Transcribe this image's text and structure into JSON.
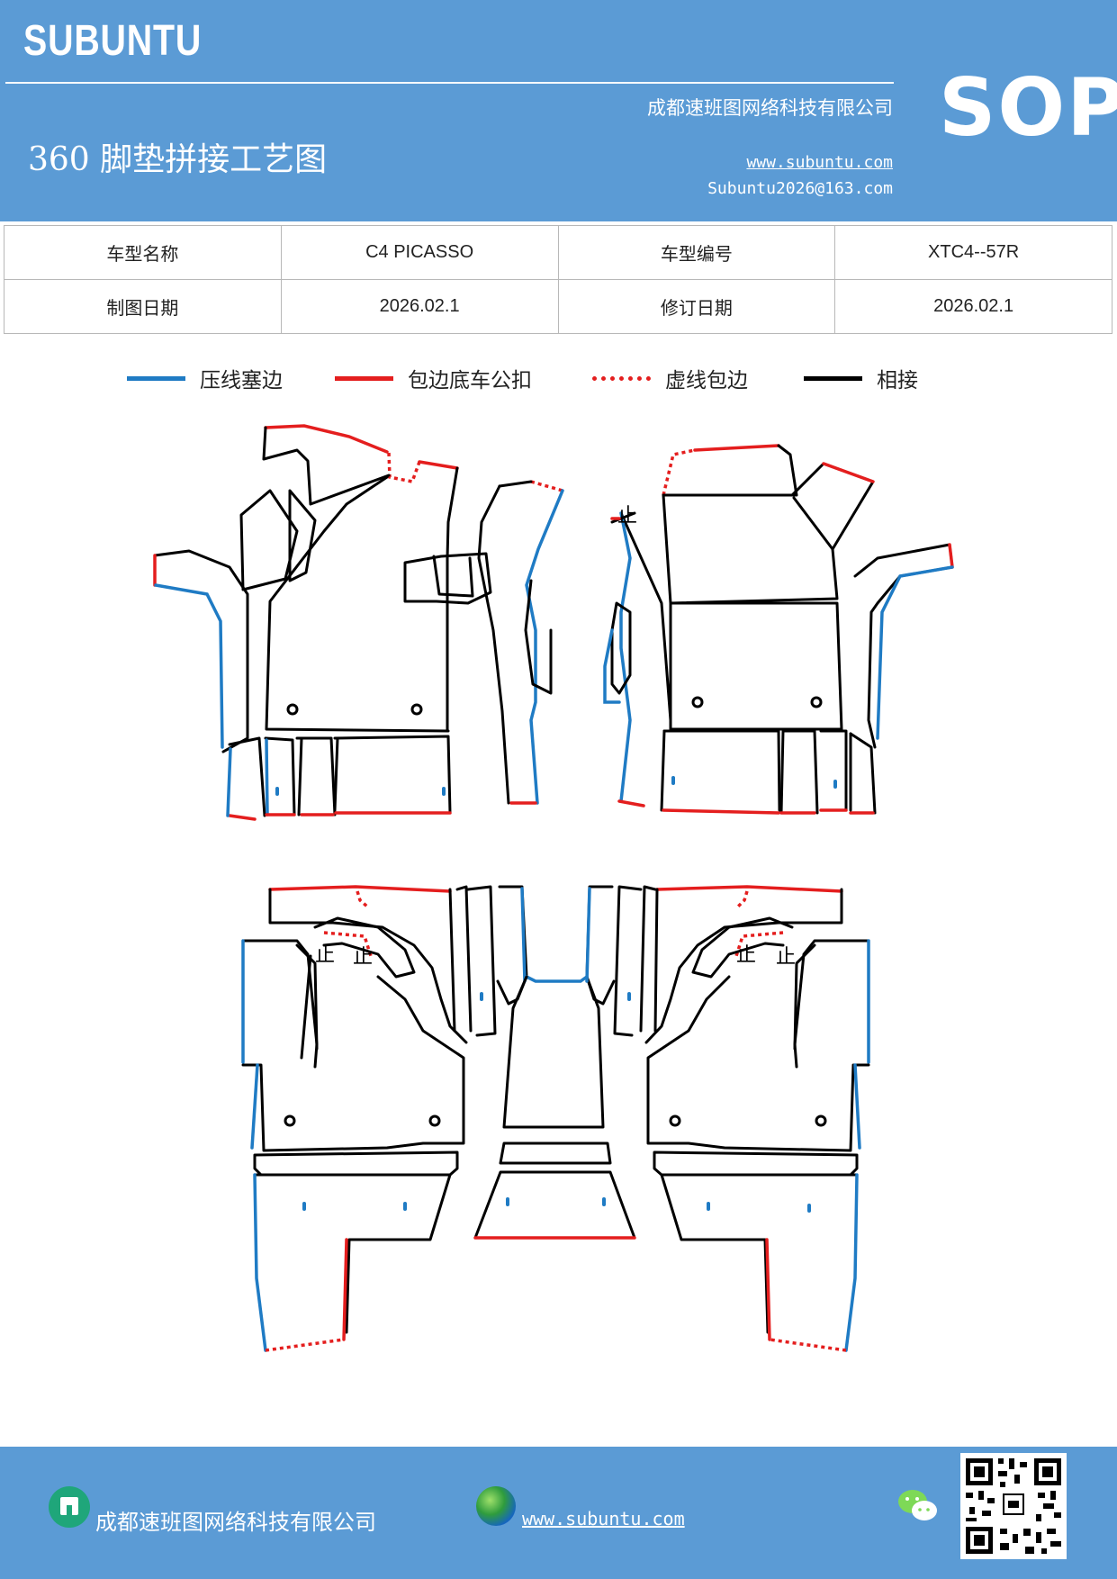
{
  "header": {
    "brand": "SUBUNTU",
    "company": "成都速班图网络科技有限公司",
    "website": "www.subuntu.com",
    "email": "Subuntu2026@163.com",
    "title": "360 脚垫拼接工艺图",
    "badge": "SOP",
    "accent_color": "#5b9bd5"
  },
  "info_table": {
    "model_name_label": "车型名称",
    "model_name_value": "C4 PICASSO",
    "model_code_label": "车型编号",
    "model_code_value": "XTC4--57R",
    "draw_date_label": "制图日期",
    "draw_date_value": "2026.02.1",
    "revise_date_label": "修订日期",
    "revise_date_value": "2026.02.1"
  },
  "legend": [
    {
      "label": "压线塞边",
      "color": "#1f7bc4",
      "style": "solid"
    },
    {
      "label": "包边底车公扣",
      "color": "#e41e1e",
      "style": "solid"
    },
    {
      "label": "虚线包边",
      "color": "#e41e1e",
      "style": "dotted"
    },
    {
      "label": "相接",
      "color": "#000000",
      "style": "solid"
    }
  ],
  "diagram": {
    "mark_glyph": "止"
  },
  "footer": {
    "company": "成都速班图网络科技有限公司",
    "website": "www.subuntu.com",
    "icons": [
      "building-icon",
      "globe-icon",
      "wechat-icon",
      "qr-code"
    ]
  }
}
